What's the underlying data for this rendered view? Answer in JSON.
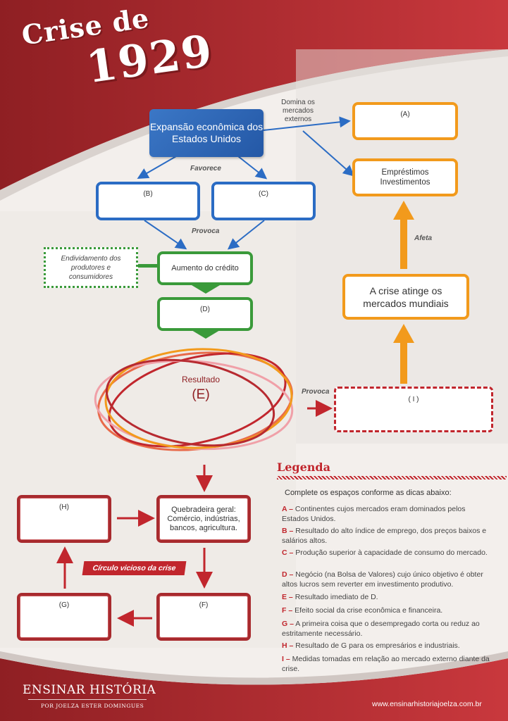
{
  "title": {
    "line1": "Crise de",
    "line2": "1929"
  },
  "nodes": {
    "main": "Expansão econômica dos Estados Unidos",
    "a": "(A)",
    "loans": "Empréstimos Investimentos",
    "b": "(B)",
    "c": "(C)",
    "debt": "Endividamento dos produtores e consumidores",
    "credit": "Aumento do crédito",
    "d": "(D)",
    "result_word": "Resultado",
    "result_letter": "(E)",
    "i": "( I )",
    "world": "A crise atinge os mercados mundiais",
    "h": "(H)",
    "bankrupt": "Quebradeira geral: Comércio, indústrias, bancos, agricultura.",
    "g": "(G)",
    "f": "(F)"
  },
  "edge_labels": {
    "dominates": "Domina os mercados externos",
    "favors": "Favorece",
    "provokes1": "Provoca",
    "provokes2": "Provoca",
    "affects": "Afeta"
  },
  "cycle_label": "Círculo vicioso da crise",
  "legend": {
    "title": "Legenda",
    "intro": "Complete os espaços conforme as dicas abaixo:",
    "items": [
      {
        "key": "A –",
        "text": "Continentes cujos mercados eram dominados pelos Estados Unidos."
      },
      {
        "key": "B –",
        "text": "Resultado do alto índice de emprego, dos preços baixos e salários altos."
      },
      {
        "key": "C –",
        "text": "Produção superior à capacidade de consumo do mercado."
      },
      {
        "key": "D –",
        "text": "Negócio (na Bolsa de Valores) cujo único objetivo é obter altos lucros sem reverter em investimento produtivo."
      },
      {
        "key": "E –",
        "text": "Resultado imediato de D."
      },
      {
        "key": "F –",
        "text": "Efeito social da crise econômica e financeira."
      },
      {
        "key": "G –",
        "text": "A primeira coisa que o desempregado corta ou reduz ao estritamente necessário."
      },
      {
        "key": "H –",
        "text": "Resultado de G para os empresários e industriais."
      },
      {
        "key": "I –",
        "text": "Medidas tomadas em relação ao mercado externo diante da crise."
      }
    ]
  },
  "footer": {
    "brand": "ENSINAR HISTÓRIA",
    "author": "POR JOELZA ESTER DOMINGUES",
    "url": "www.ensinarhistoriajoelza.com.br"
  },
  "colors": {
    "red": "#c1262d",
    "blue": "#2b6cc4",
    "green": "#3a9a3a",
    "orange": "#f29a1c"
  }
}
